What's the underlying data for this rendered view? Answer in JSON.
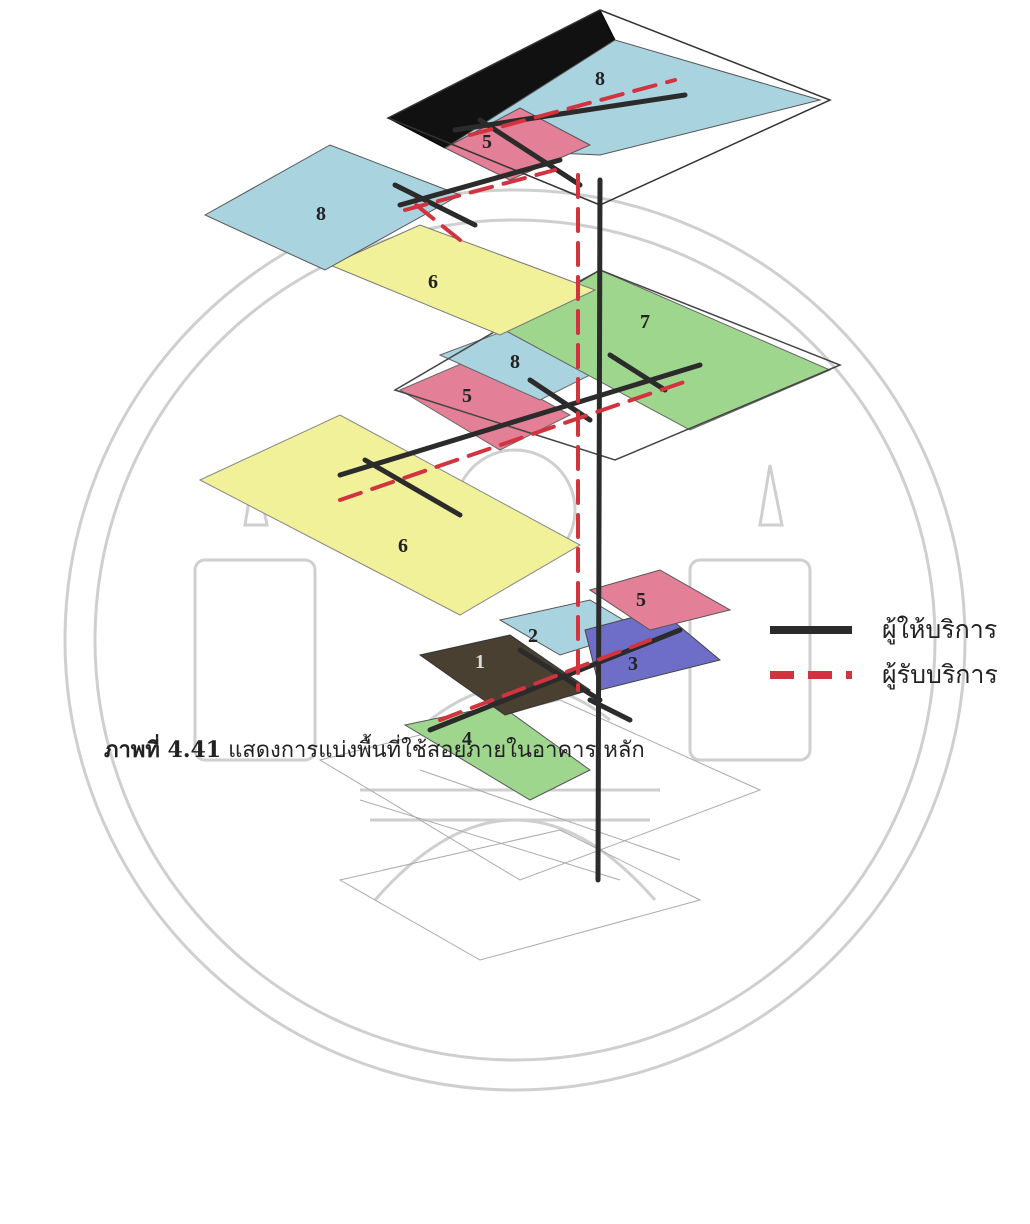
{
  "figure": {
    "zones": [
      {
        "id": "zone-8-top",
        "label": "8",
        "color": "#a9d3df"
      },
      {
        "id": "zone-5-top",
        "label": "5",
        "color": "#e37f97"
      },
      {
        "id": "zone-8-left",
        "label": "8",
        "color": "#a9d3df"
      },
      {
        "id": "zone-6-upper",
        "label": "6",
        "color": "#f1f19a"
      },
      {
        "id": "zone-7",
        "label": "7",
        "color": "#9fd68e"
      },
      {
        "id": "zone-8-mid",
        "label": "8",
        "color": "#a9d3df"
      },
      {
        "id": "zone-5-mid",
        "label": "5",
        "color": "#e37f97"
      },
      {
        "id": "zone-6-lower",
        "label": "6",
        "color": "#f1f19a"
      },
      {
        "id": "zone-5-low",
        "label": "5",
        "color": "#e37f97"
      },
      {
        "id": "zone-2",
        "label": "2",
        "color": "#a9d3df"
      },
      {
        "id": "zone-3",
        "label": "3",
        "color": "#6e6ec9"
      },
      {
        "id": "zone-1",
        "label": "1",
        "color": "#4a4032"
      },
      {
        "id": "zone-4",
        "label": "4",
        "color": "#9fd68e"
      }
    ],
    "colors": {
      "provider_line": "#2b2b2b",
      "receiver_line": "#d2343f",
      "watermark": "#c8c8c8"
    }
  },
  "legend": [
    {
      "label": "ผู้ให้บริการ",
      "style": "solid",
      "color": "#2b2b2b"
    },
    {
      "label": "ผู้รับบริการ",
      "style": "dashed",
      "color": "#d2343f"
    }
  ],
  "caption": {
    "prefix": "ภาพที่ 4.41",
    "text": " แสดงการแบ่งพื้นที่ใช้สอยภายในอาคาร หลัก"
  }
}
